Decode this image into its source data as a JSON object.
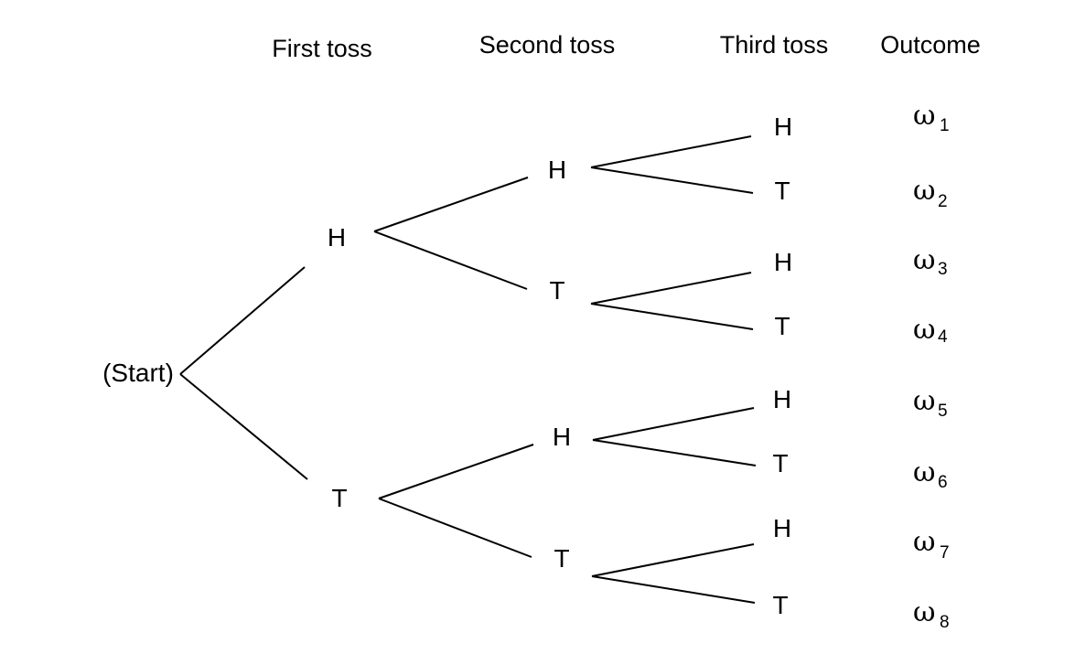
{
  "headers": {
    "first": "First toss",
    "second": "Second toss",
    "third": "Third toss",
    "outcome": "Outcome"
  },
  "start": "(Start)",
  "first_toss": {
    "h": "H",
    "t": "T"
  },
  "second_toss": {
    "hh": "H",
    "ht": "T",
    "th": "H",
    "tt": "T"
  },
  "third_toss": [
    "H",
    "T",
    "H",
    "T",
    "H",
    "T",
    "H",
    "T"
  ],
  "outcomes": [
    {
      "symbol": "ω",
      "index": "1"
    },
    {
      "symbol": "ω",
      "index": "2"
    },
    {
      "symbol": "ω",
      "index": "3"
    },
    {
      "symbol": "ω",
      "index": "4"
    },
    {
      "symbol": "ω",
      "index": "5"
    },
    {
      "symbol": "ω",
      "index": "6"
    },
    {
      "symbol": "ω",
      "index": "7"
    },
    {
      "symbol": "ω",
      "index": "8"
    }
  ]
}
